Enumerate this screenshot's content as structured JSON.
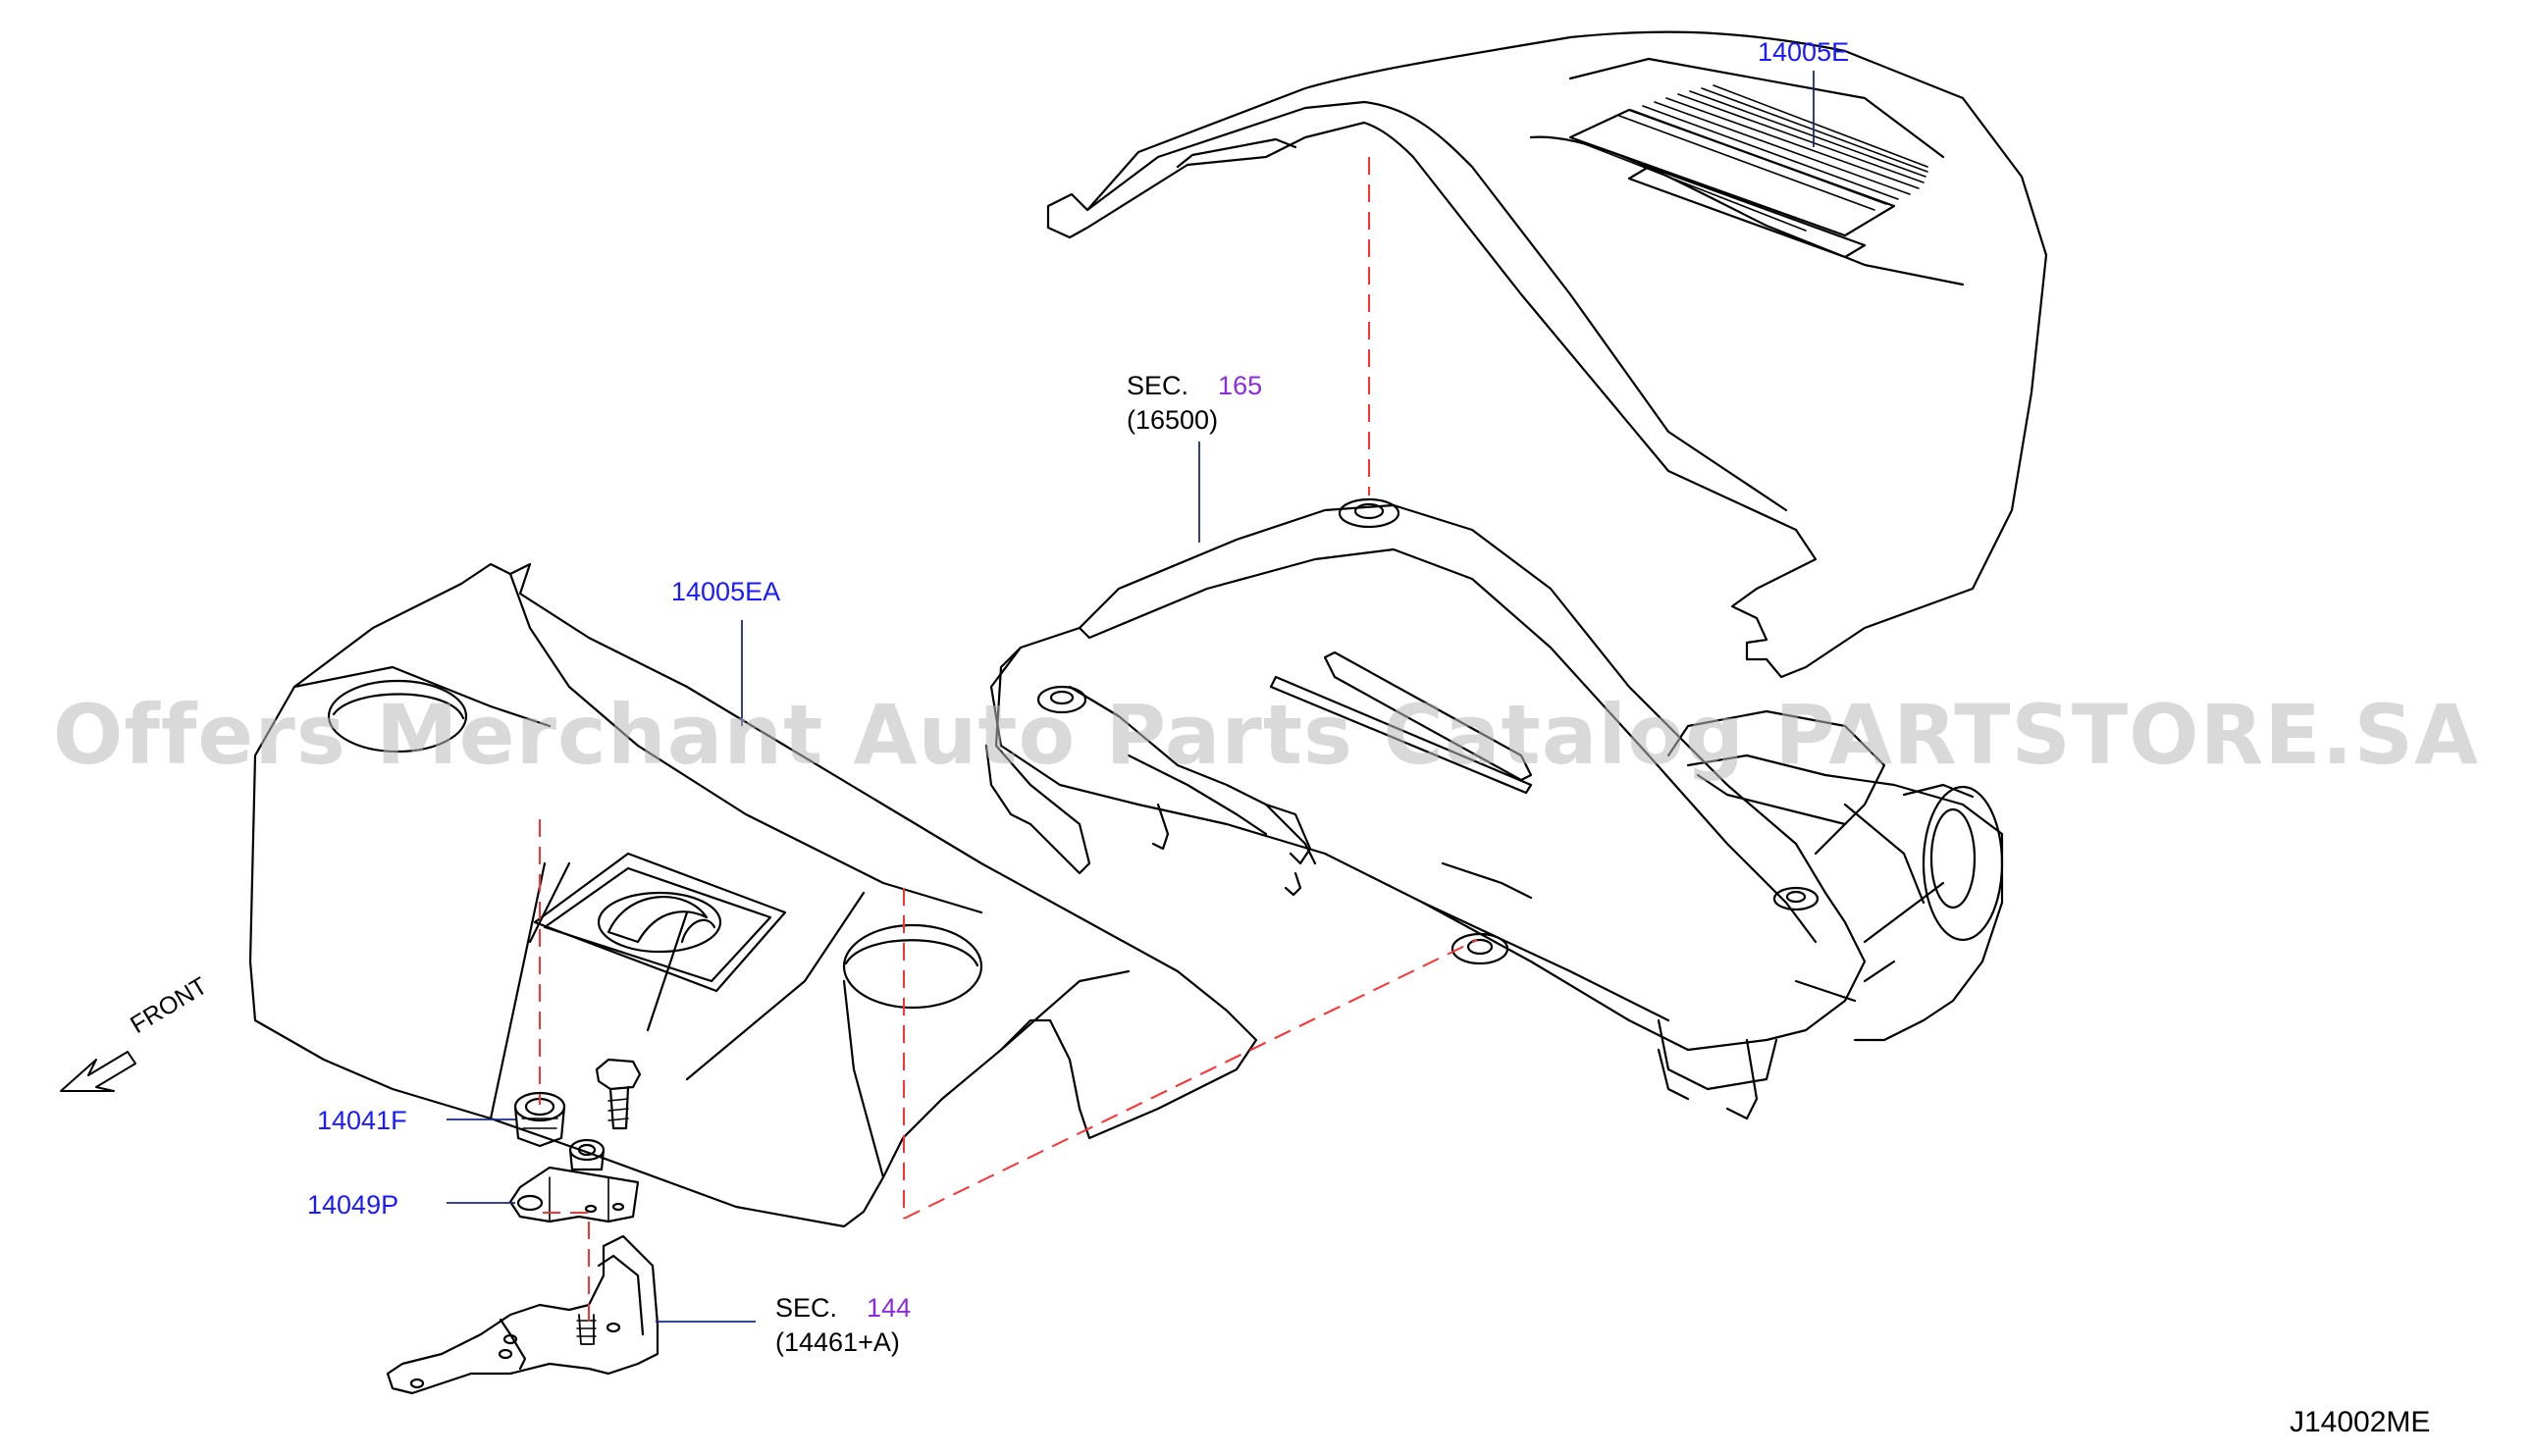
{
  "diagram": {
    "code": "J14002ME",
    "watermark": "Offers Merchant Auto Parts Catalog PARTSTORE.SA",
    "front_label": "FRONT",
    "callouts": [
      {
        "id": "p14005E",
        "part_no": "14005E"
      },
      {
        "id": "p14005EA",
        "part_no": "14005EA"
      },
      {
        "id": "p14041F",
        "part_no": "14041F"
      },
      {
        "id": "p14049P",
        "part_no": "14049P"
      }
    ],
    "sections": [
      {
        "id": "sec165",
        "prefix": "SEC.",
        "number": "165",
        "part": "(16500)"
      },
      {
        "id": "sec144",
        "prefix": "SEC.",
        "number": "144",
        "part": "(14461+A)"
      }
    ],
    "colors": {
      "part_number": "#1a1aff",
      "section_number": "#8a2be2",
      "leader": "#1a2a8a",
      "dashed": "#ff3030",
      "outline": "#000000"
    }
  }
}
